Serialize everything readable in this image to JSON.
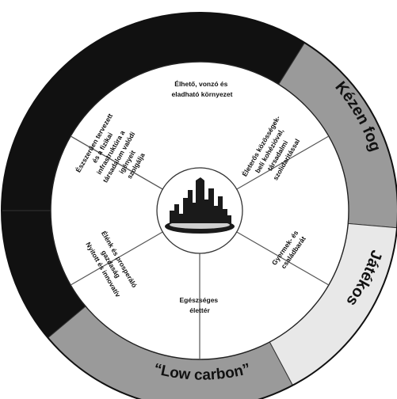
{
  "colors": {
    "dark": "#111111",
    "gray": "#9a9a9a",
    "light": "#e8e8e8",
    "inner_fill": "#ffffff",
    "divider": "#555555"
  },
  "outer_ring": [
    {
      "label": "",
      "shade": "dark"
    },
    {
      "label": "Kézen fog",
      "shade": "gray"
    },
    {
      "label": "Játékos",
      "shade": "light"
    },
    {
      "label": "“Low carbon”",
      "shade": "gray"
    },
    {
      "label": "",
      "shade": "dark"
    }
  ],
  "segments": [
    {
      "id": "top",
      "lines": [
        "Élhető, vonzó és",
        "eladható környezet"
      ]
    },
    {
      "id": "upper-right",
      "lines": [
        "Életerős közösségek-",
        "beli kohézióval,",
        "társadalmi",
        "szolidaritással"
      ]
    },
    {
      "id": "lower-right",
      "lines": [
        "Gyermek- és",
        "családbarát"
      ]
    },
    {
      "id": "bottom",
      "lines": [
        "Egészséges",
        "élettér"
      ]
    },
    {
      "id": "lower-left",
      "lines": [
        "Élénk és prosperáló",
        "gazdaság",
        "Nyitott és innovatív"
      ]
    },
    {
      "id": "upper-left",
      "lines": [
        "Észszerűen tervezett",
        "és a fizikai",
        "infrastruktúra a",
        "társadalom valódi",
        "igényeit",
        "szolgálja"
      ]
    }
  ],
  "center": {
    "icon": "city-skyline-icon"
  }
}
